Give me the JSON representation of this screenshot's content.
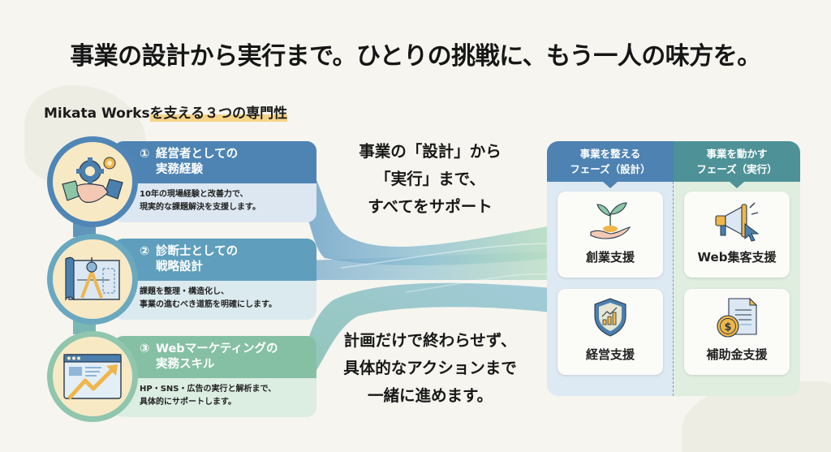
{
  "title": "事業の設計から実行まで。ひとりの挑戦に、もう一人の味方を。",
  "section": {
    "prefix": "Mikata Works",
    "highlight": "を支える３つの専門性"
  },
  "expertise": [
    {
      "number": "①",
      "title_line1": "経営者としての",
      "title_line2": "実務経験",
      "desc_line1": "10年の現場経験と改善力で、",
      "desc_line2": "現実的な課題解決を支援します。",
      "icon": "handshake-gear-icon",
      "color": "#4d84b4"
    },
    {
      "number": "②",
      "title_line1": "診断士としての",
      "title_line2": "戦略設計",
      "desc_line1": "課題を整理・構造化し、",
      "desc_line2": "事業の進むべき道筋を明確にします。",
      "icon": "blueprint-compass-icon",
      "color": "#5f9fbd"
    },
    {
      "number": "③",
      "title_line1": "Webマーケティングの",
      "title_line2": "実務スキル",
      "desc_line1": "HP・SNS・広告の実行と解析まで、",
      "desc_line2": "具体的にサポートします。",
      "icon": "browser-growth-icon",
      "color": "#86c0a4"
    }
  ],
  "center_top": [
    "事業の「設計」から",
    "「実行」まで、",
    "すべてをサポート"
  ],
  "center_bottom": [
    "計画だけで終わらせず、",
    "具体的なアクションまで",
    "一緒に進めます。"
  ],
  "phases": [
    {
      "head_line1": "事業を整える",
      "head_line2": "フェーズ（設計）",
      "color": "#4d82b2",
      "services": [
        {
          "label": "創業支援",
          "icon": "sprout-hand-icon"
        },
        {
          "label": "経営支援",
          "icon": "shield-chart-icon"
        }
      ]
    },
    {
      "head_line1": "事業を動かす",
      "head_line2": "フェーズ（実行）",
      "color": "#4e9298",
      "services": [
        {
          "label": "Web集客支援",
          "icon": "megaphone-cursor-icon"
        },
        {
          "label": "補助金支援",
          "icon": "document-coin-icon"
        }
      ]
    }
  ]
}
